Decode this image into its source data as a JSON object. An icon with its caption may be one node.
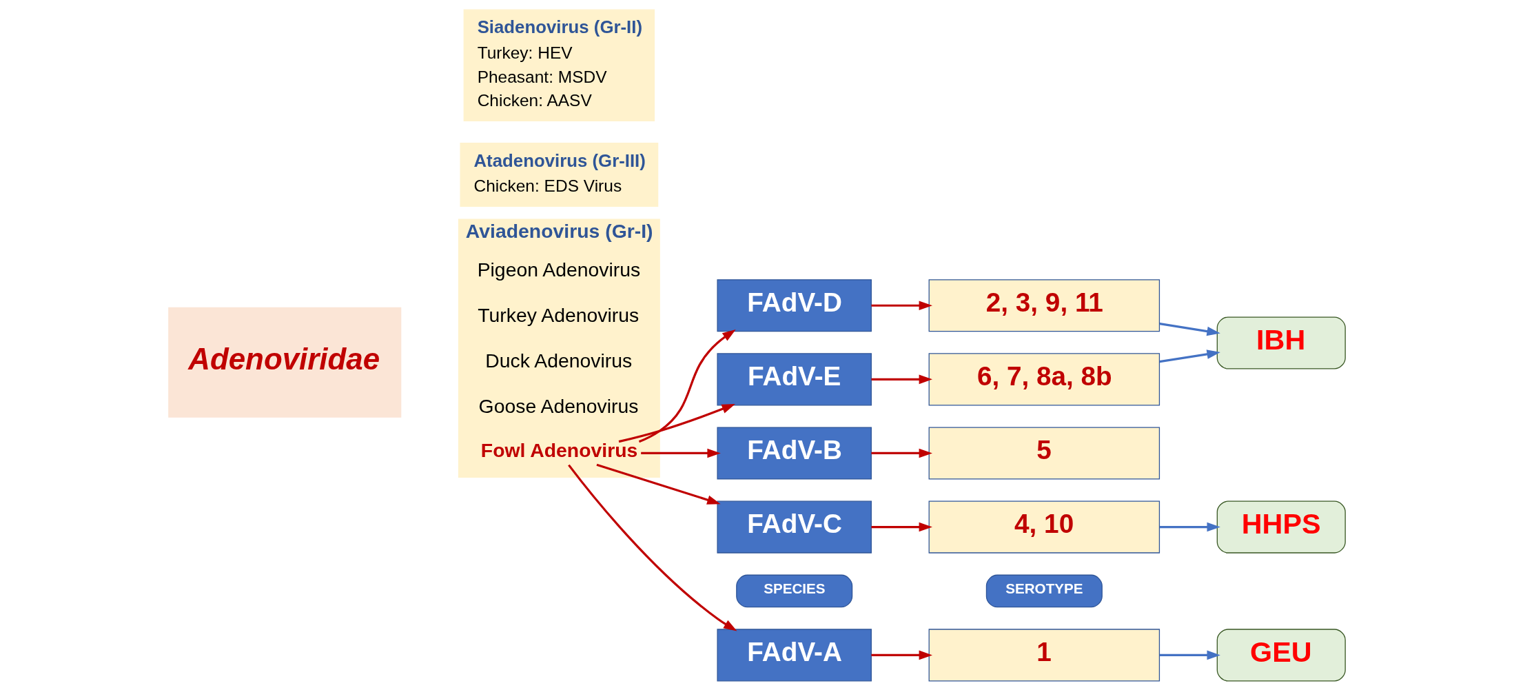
{
  "diagram": {
    "nodes": [
      {
        "text": [
          "Adenoviridae"
        ]
      },
      {
        "text": [
          "Aviadenovirus (Gr-I)"
        ]
      },
      {
        "text": [
          "Fowl Adenovirus"
        ],
        "in": 1
      },
      {
        "text": [
          "Goose Adenovirus"
        ],
        "in": 1
      },
      {
        "text": [
          "Duck Adenovirus"
        ],
        "in": 1
      },
      {
        "text": [
          "Turkey Adenovirus"
        ],
        "in": 1
      },
      {
        "text": [
          "Pigeon Adenovirus"
        ],
        "in": 1
      },
      {
        "text": [
          "Siadenovirus (Gr-II)",
          "Turkey: HEV",
          "Pheasant: MSDV",
          "Chicken: AASV"
        ]
      },
      {
        "text": [
          "Atadenovirus (Gr-III)",
          "Chicken: EDS Virus"
        ]
      },
      {
        "text": [
          "SPECIES"
        ]
      },
      {
        "text": [
          "SEROTYPE"
        ]
      },
      {
        "text": [
          "FAdV-A"
        ]
      },
      {
        "text": [
          "FAdV-B"
        ]
      },
      {
        "text": [
          "FAdV-C"
        ]
      },
      {
        "text": [
          "FAdV-D"
        ]
      },
      {
        "text": [
          "FAdV-E"
        ]
      },
      {
        "text": [
          "1"
        ]
      },
      {
        "text": [
          "5"
        ]
      },
      {
        "text": [
          "4, 10"
        ]
      },
      {
        "text": [
          "2, 3, 9, 11"
        ]
      },
      {
        "text": [
          "6, 7, 8a, 8b"
        ]
      },
      {
        "text": [
          "GEU"
        ]
      },
      {
        "text": [
          "HHPS"
        ]
      },
      {
        "text": [
          "IBH"
        ]
      }
    ],
    "edges": [
      {
        "from": 2,
        "to": 11,
        "arrow": "to"
      },
      {
        "from": 2,
        "to": 12,
        "arrow": "to"
      },
      {
        "from": 2,
        "to": 13,
        "arrow": "to"
      },
      {
        "from": 2,
        "to": 14,
        "arrow": "to"
      },
      {
        "from": 2,
        "to": 15,
        "arrow": "to"
      },
      {
        "from": 11,
        "to": 16,
        "arrow": "to"
      },
      {
        "from": 12,
        "to": 17,
        "arrow": "to"
      },
      {
        "from": 13,
        "to": 18,
        "arrow": "to"
      },
      {
        "from": 14,
        "to": 19,
        "arrow": "to"
      },
      {
        "from": 15,
        "to": 20,
        "arrow": "to"
      },
      {
        "from": 16,
        "to": 21,
        "arrow": "to",
        "color": "#4472c4"
      },
      {
        "from": 18,
        "to": 22,
        "arrow": "to",
        "color": "#4472c4"
      },
      {
        "from": 19,
        "to": 23,
        "arrow": "to",
        "color": "#4472c4"
      },
      {
        "from": 20,
        "to": 23,
        "arrow": "to",
        "color": "#4472c4"
      }
    ]
  }
}
